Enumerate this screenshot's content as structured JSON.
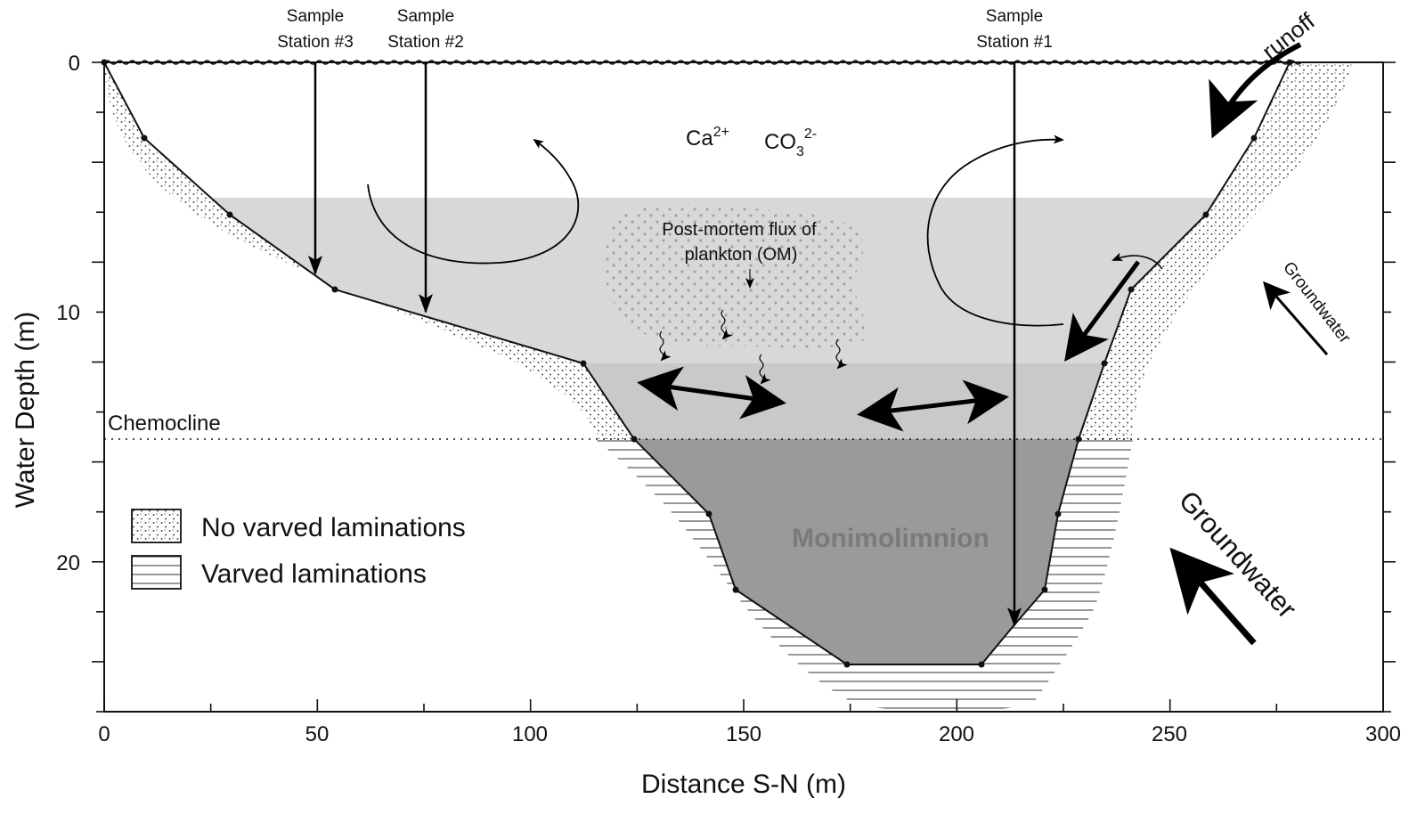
{
  "figure": {
    "x_axis": {
      "title": "Distance S-N (m)",
      "ticks": [
        "0",
        "50",
        "100",
        "150",
        "200",
        "250",
        "300"
      ]
    },
    "y_axis": {
      "title": "Water Depth (m)",
      "ticks": [
        "0",
        "10",
        "20"
      ]
    },
    "stations": [
      {
        "line1": "Sample",
        "line2": "Station #3"
      },
      {
        "line1": "Sample",
        "line2": "Station #2"
      },
      {
        "line1": "Sample",
        "line2": "Station #1"
      }
    ],
    "ions": {
      "ca": "Ca",
      "ca_sup": "2+",
      "co": "CO",
      "co_sub": "3",
      "co_sup": "2-"
    },
    "flux_label": {
      "line1": "Post-mortem flux of",
      "line2": "plankton (OM)"
    },
    "chemocline": "Chemocline",
    "monimolimnion": "Monimolimnion",
    "runoff": "runoff",
    "groundwater_small": "Groundwater",
    "groundwater_large": "Groundwater",
    "legend": {
      "no_varved": "No varved laminations",
      "varved": "Varved laminations"
    },
    "colors": {
      "upper_water": "#d8d8d8",
      "middle_water": "#c9c9c9",
      "monimolimnion": "#9a9a9a",
      "monimolimnion_text": "#7a7a7a"
    }
  }
}
